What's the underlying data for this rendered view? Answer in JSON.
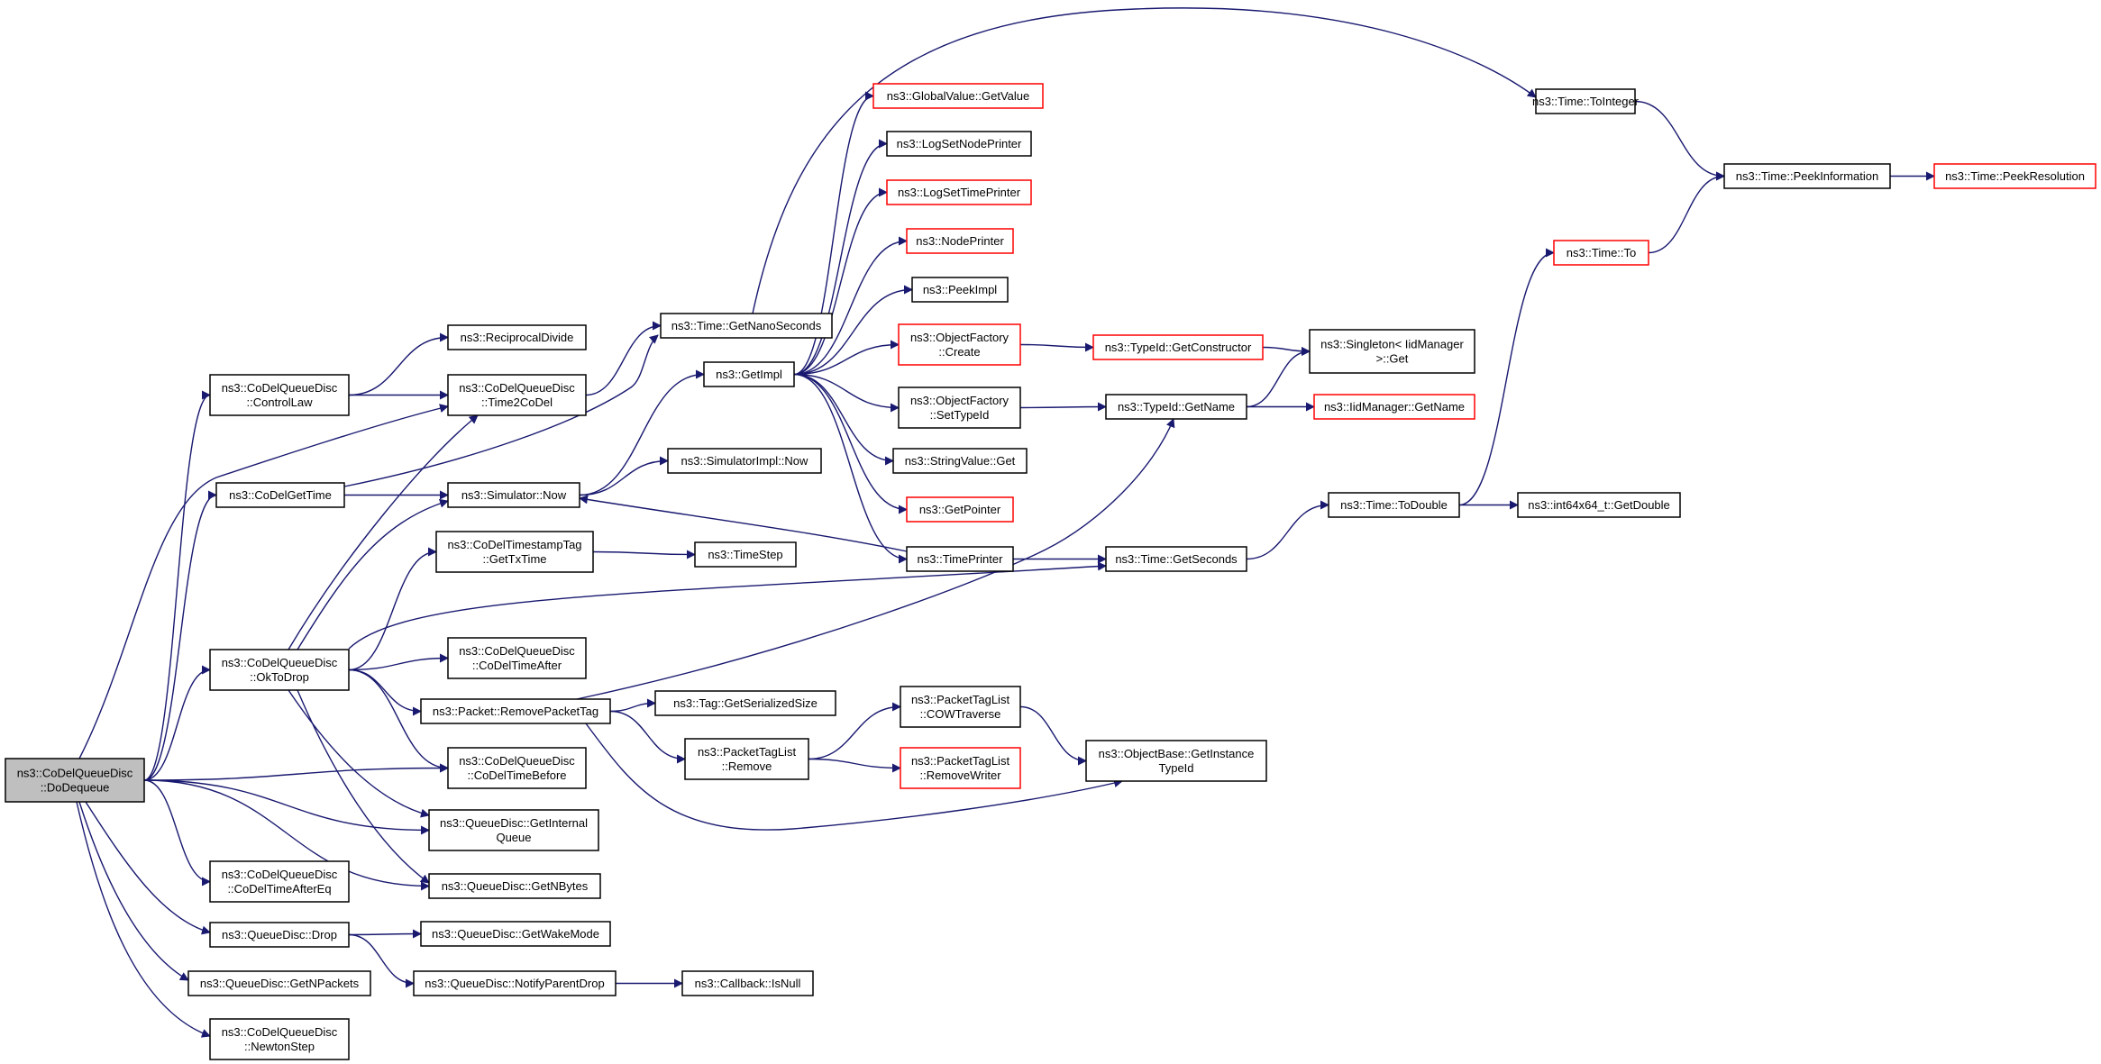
{
  "colors": {
    "edge": "#191970",
    "node_border": "#000000",
    "undocumented_border": "#ff0000",
    "root_fill": "#bfbfbf",
    "background": "#ffffff"
  },
  "nodes": {
    "dodequeue": [
      "ns3::CoDelQueueDisc",
      "::DoDequeue"
    ],
    "controllaw": [
      "ns3::CoDelQueueDisc",
      "::ControlLaw"
    ],
    "codelgettime": [
      "ns3::CoDelGetTime"
    ],
    "oktodrop": [
      "ns3::CoDelQueueDisc",
      "::OkToDrop"
    ],
    "codeltimeaftereq": [
      "ns3::CoDelQueueDisc",
      "::CoDelTimeAfterEq"
    ],
    "drop": [
      "ns3::QueueDisc::Drop"
    ],
    "getnpackets": [
      "ns3::QueueDisc::GetNPackets"
    ],
    "newtonstep": [
      "ns3::CoDelQueueDisc",
      "::NewtonStep"
    ],
    "reciprocaldivide": [
      "ns3::ReciprocalDivide"
    ],
    "time2codel": [
      "ns3::CoDelQueueDisc",
      "::Time2CoDel"
    ],
    "simnow": [
      "ns3::Simulator::Now"
    ],
    "gettxtime": [
      "ns3::CoDelTimestampTag",
      "::GetTxTime"
    ],
    "codeltimeafter": [
      "ns3::CoDelQueueDisc",
      "::CoDelTimeAfter"
    ],
    "removepackettag": [
      "ns3::Packet::RemovePacketTag"
    ],
    "codeltimebefore": [
      "ns3::CoDelQueueDisc",
      "::CoDelTimeBefore"
    ],
    "getinternalqueue": [
      "ns3::QueueDisc::GetInternal",
      "Queue"
    ],
    "getnbytes": [
      "ns3::QueueDisc::GetNBytes"
    ],
    "getwakemode": [
      "ns3::QueueDisc::GetWakeMode"
    ],
    "notifyparentdrop": [
      "ns3::QueueDisc::NotifyParentDrop"
    ],
    "getnanoseconds": [
      "ns3::Time::GetNanoSeconds"
    ],
    "getimpl": [
      "ns3::GetImpl"
    ],
    "simimplnow": [
      "ns3::SimulatorImpl::Now"
    ],
    "timestep": [
      "ns3::TimeStep"
    ],
    "taggetserializedsize": [
      "ns3::Tag::GetSerializedSize"
    ],
    "packettaglistremove": [
      "ns3::PacketTagList",
      "::Remove"
    ],
    "callbackisnull": [
      "ns3::Callback::IsNull"
    ],
    "globalvaluegetvalue": [
      "ns3::GlobalValue::GetValue"
    ],
    "logsetnodeprinter": [
      "ns3::LogSetNodePrinter"
    ],
    "logsettimeprinter": [
      "ns3::LogSetTimePrinter"
    ],
    "nodeprinter": [
      "ns3::NodePrinter"
    ],
    "peekimpl": [
      "ns3::PeekImpl"
    ],
    "objectfactorycreate": [
      "ns3::ObjectFactory",
      "::Create"
    ],
    "objectfactorysettypeid": [
      "ns3::ObjectFactory",
      "::SetTypeId"
    ],
    "stringvalueget": [
      "ns3::StringValue::Get"
    ],
    "getpointer": [
      "ns3::GetPointer"
    ],
    "timeprinter": [
      "ns3::TimePrinter"
    ],
    "cowtraverse": [
      "ns3::PacketTagList",
      "::COWTraverse"
    ],
    "removewriter": [
      "ns3::PacketTagList",
      "::RemoveWriter"
    ],
    "typeidgetconstructor": [
      "ns3::TypeId::GetConstructor"
    ],
    "typeidgetname": [
      "ns3::TypeId::GetName"
    ],
    "timegetseconds": [
      "ns3::Time::GetSeconds"
    ],
    "getinstancetypeid": [
      "ns3::ObjectBase::GetInstance",
      "TypeId"
    ],
    "singletonget": [
      "ns3::Singleton< IidManager",
      " >::Get"
    ],
    "iidmanagergetname": [
      "ns3::IidManager::GetName"
    ],
    "timetodouble": [
      "ns3::Time::ToDouble"
    ],
    "int64getdouble": [
      "ns3::int64x64_t::GetDouble"
    ],
    "timetointeger": [
      "ns3::Time::ToInteger"
    ],
    "timeto": [
      "ns3::Time::To"
    ],
    "timepeekinformation": [
      "ns3::Time::PeekInformation"
    ],
    "timepeekresolution": [
      "ns3::Time::PeekResolution"
    ]
  }
}
